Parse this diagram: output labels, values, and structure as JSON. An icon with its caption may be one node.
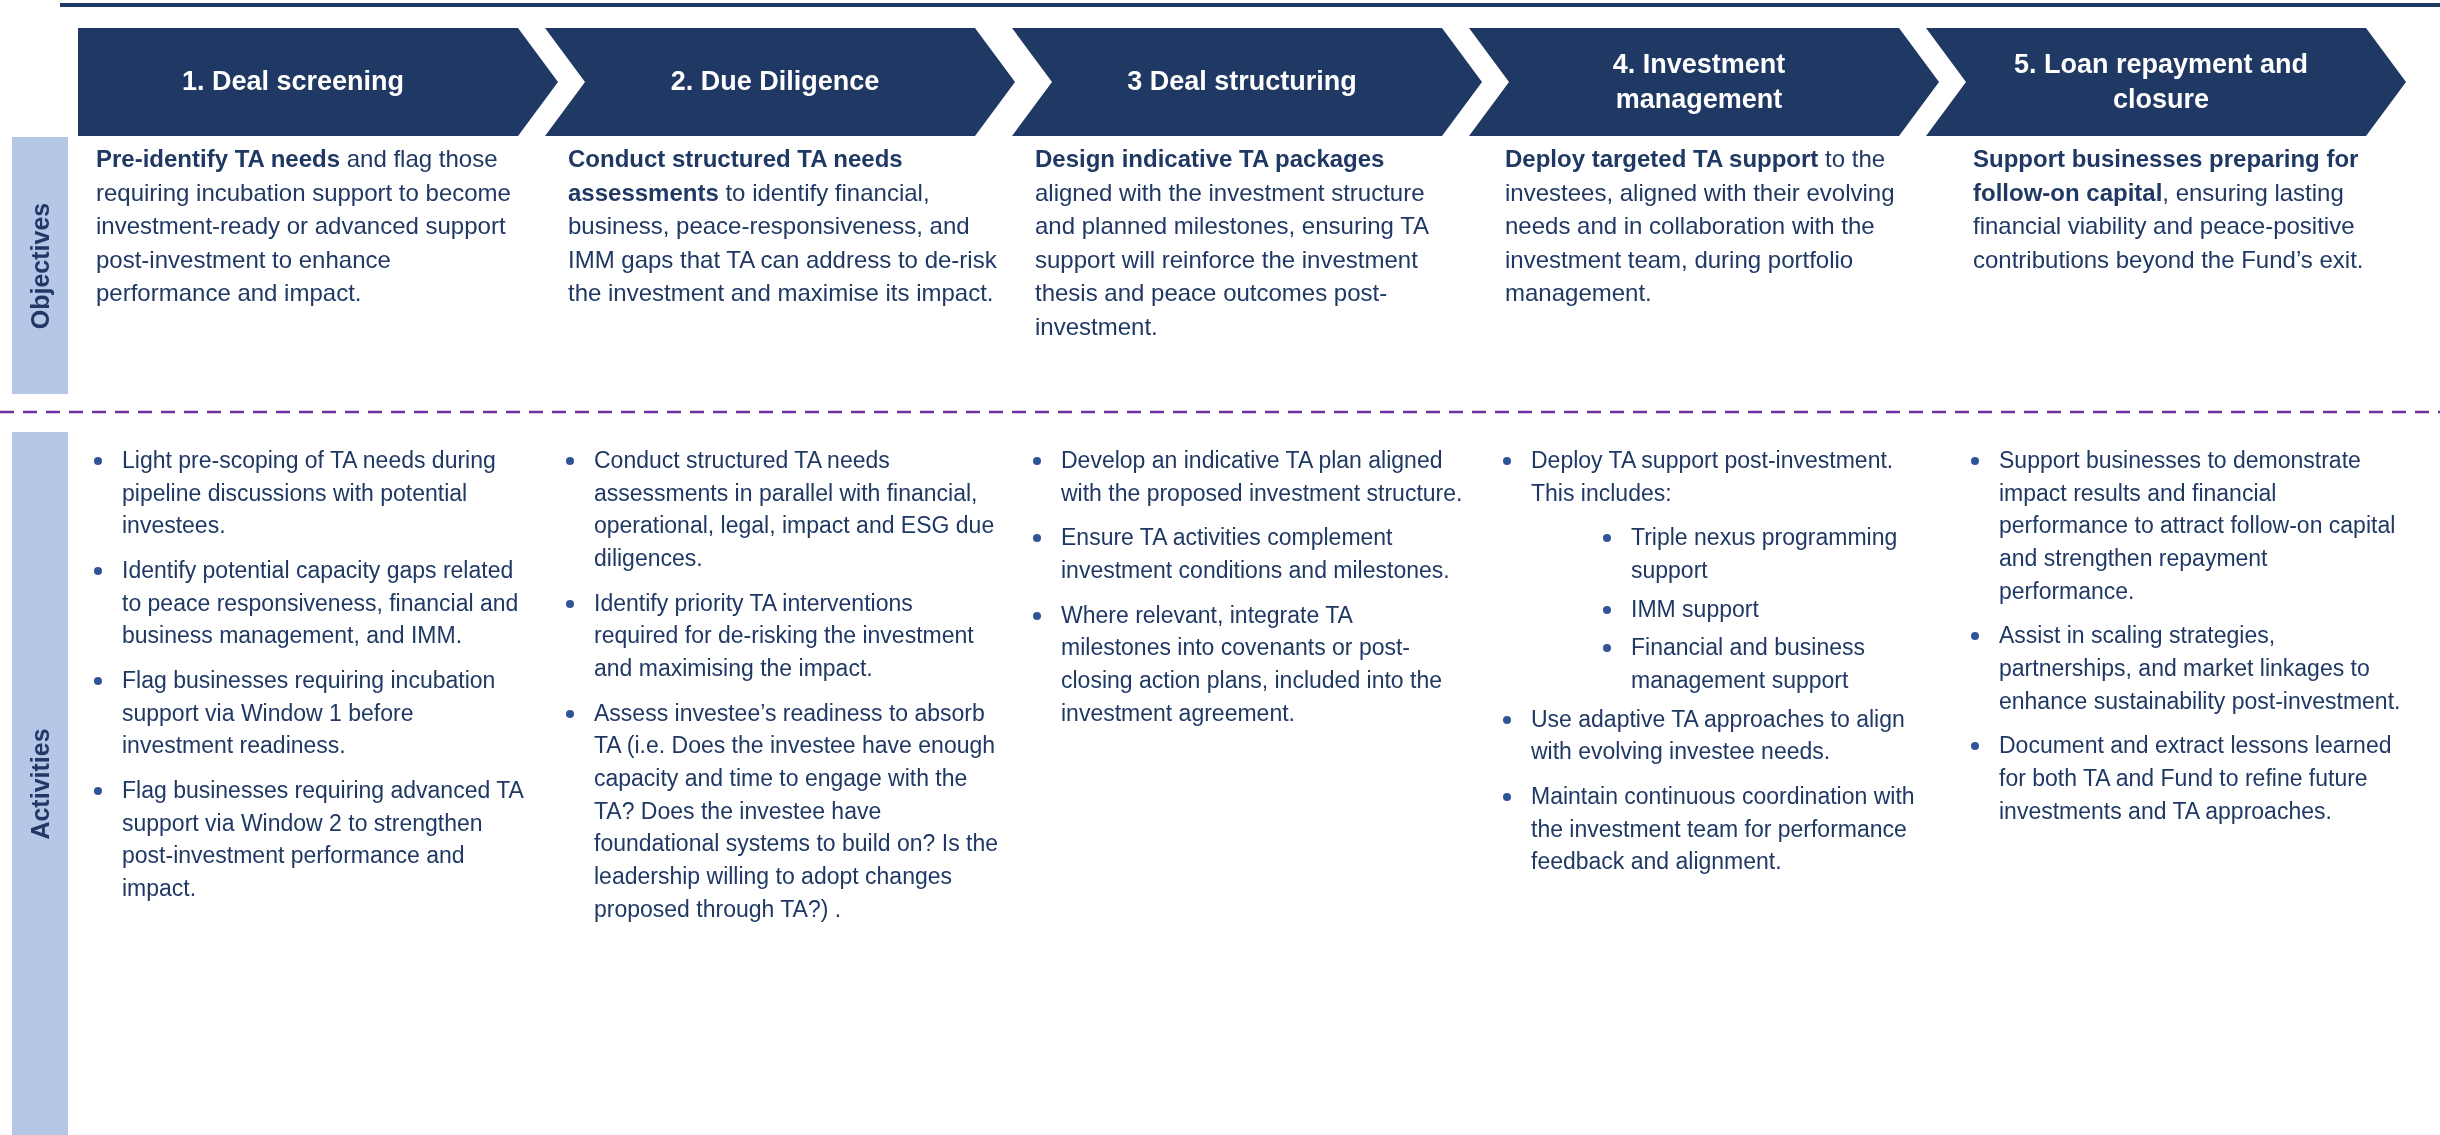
{
  "diagram": {
    "nodes": [
      {
        "text": [
          "1. Deal screening"
        ]
      },
      {
        "text": [
          "2. Due Diligence"
        ]
      },
      {
        "text": [
          "3 Deal structuring"
        ]
      },
      {
        "text": [
          "4. Investment management"
        ]
      },
      {
        "text": [
          "5. Loan repayment and closure"
        ]
      },
      {
        "text": [
          "Objectives"
        ]
      },
      {
        "text": [
          "Activities"
        ]
      }
    ],
    "edges": [],
    "labels": [
      "**Pre-identify TA needs** and flag those requiring incubation support to become investment-ready or advanced support post-investment to enhance performance and impact.",
      "**Conduct structured TA needs assessments** to identify financial, business, peace-responsiveness, and IMM gaps that TA can address to de-risk the investment and maximise its impact.",
      "**Design indicative TA packages** aligned with the investment structure and planned milestones, ensuring TA support will reinforce the investment thesis and peace outcomes post-investment.",
      "**Deploy targeted TA support** to the investees, aligned with their evolving needs and in collaboration with the investment team, during portfolio management.",
      "**Support businesses preparing for follow-on capital**, ensuring lasting financial viability and peace-positive contributions beyond the Fund’s exit.",
      "Light pre-scoping of TA needs during pipeline discussions with potential investees.",
      "Identify potential capacity gaps related to peace responsiveness, financial and business management, and IMM.",
      "Flag businesses requiring incubation support via Window 1 before investment readiness.",
      "Flag businesses requiring advanced TA support via Window 2 to strengthen post-investment performance and impact.",
      "Conduct structured TA needs assessments in parallel with financial, operational, legal, impact and ESG due diligences.",
      "Identify priority TA interventions required for de-risking the investment and maximising the impact.",
      "Assess investee’s readiness to absorb TA (i.e. Does the investee have enough capacity and time to engage with the TA? Does the investee have foundational systems to build on? Is the leadership willing to adopt changes proposed through TA?) .",
      "Develop an indicative TA plan aligned with the proposed investment structure.",
      "Ensure TA activities complement investment conditions and milestones.",
      "Where relevant, integrate TA milestones into covenants or post-closing action plans, included into the investment agreement.",
      "Deploy TA support post-investment. This includes:",
      "Triple nexus programming support",
      "IMM support",
      "Financial and business management support",
      "Use adaptive TA approaches to align with evolving investee needs.",
      "Maintain continuous coordination with the investment team for performance feedback and alignment.",
      "Support businesses to demonstrate impact results and financial performance to attract follow-on capital and strengthen repayment performance.",
      "Assist in scaling strategies, partnerships, and market linkages to enhance sustainability post-investment.",
      "Document and extract lessons learned for both TA and Fund to refine future investments and TA approaches."
    ]
  }
}
